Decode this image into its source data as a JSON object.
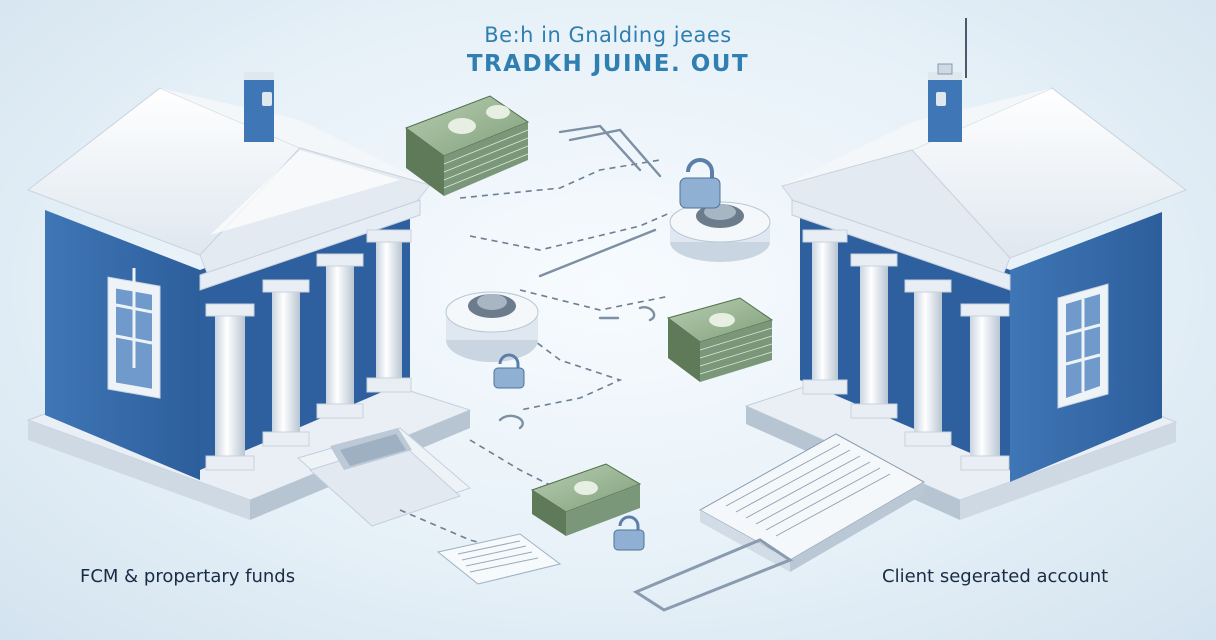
{
  "header": {
    "line1": "Be:h in Gnalding jeaes",
    "line2": "TRADKH JUINE. OUT"
  },
  "captions": {
    "left": "FCM & propertary funds",
    "right": "Client segerated account"
  },
  "colors": {
    "building_blue": "#3b6fae",
    "roof_white": "#eef3f8",
    "cash_green": "#5f8a5e",
    "text_blue": "#2f7fb0",
    "caption_text": "#1a2b45"
  },
  "icons": [
    "bank-building-icon",
    "cash-stack-icon",
    "padlock-icon",
    "vault-disc-icon",
    "document-icon",
    "ledger-icon"
  ]
}
